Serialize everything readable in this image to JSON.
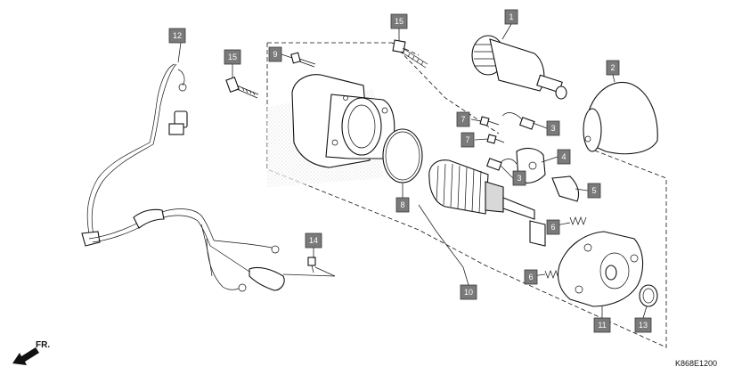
{
  "diagram_code": "K868E1200",
  "direction_label": "FR.",
  "callouts": [
    "1",
    "2",
    "3",
    "3",
    "4",
    "5",
    "6",
    "6",
    "7",
    "7",
    "8",
    "9",
    "10",
    "11",
    "12",
    "13",
    "14",
    "15",
    "15"
  ]
}
